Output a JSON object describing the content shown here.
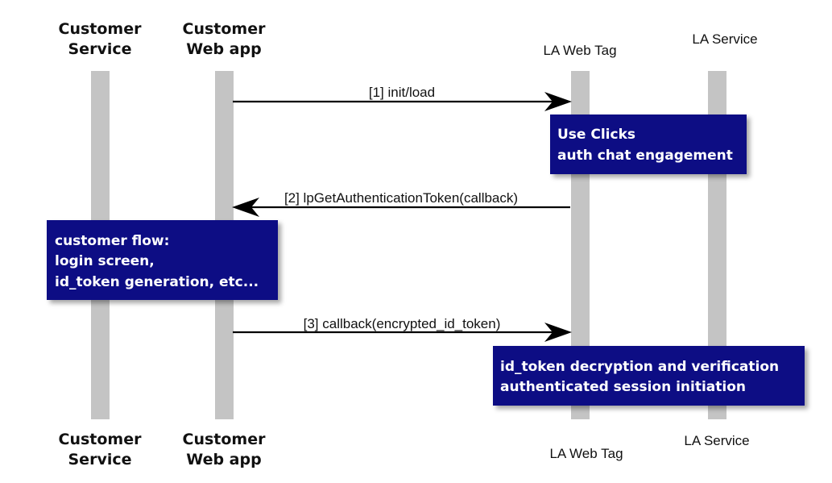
{
  "participants": [
    {
      "id": "customer-service",
      "name_lines": [
        "Customer",
        "Service"
      ],
      "style": "bold"
    },
    {
      "id": "customer-web-app",
      "name_lines": [
        "Customer",
        "Web app"
      ],
      "style": "bold"
    },
    {
      "id": "la-web-tag",
      "name_lines": [
        "LA Web Tag"
      ],
      "style": "plain"
    },
    {
      "id": "la-service",
      "name_lines": [
        "LA Service"
      ],
      "style": "plain"
    }
  ],
  "messages": [
    {
      "label": "[1] init/load",
      "from": "customer-web-app",
      "to": "la-web-tag"
    },
    {
      "label": "[2] lpGetAuthenticationToken(callback)",
      "from": "la-web-tag",
      "to": "customer-web-app"
    },
    {
      "label": "[3] callback(encrypted_id_token)",
      "from": "customer-web-app",
      "to": "la-web-tag"
    }
  ],
  "notes": [
    {
      "id": "note-use-clicks",
      "lines": [
        "Use Clicks",
        "auth chat engagement"
      ]
    },
    {
      "id": "note-customer-flow",
      "lines": [
        "customer flow:",
        "login screen,",
        "id_token generation, etc..."
      ]
    },
    {
      "id": "note-id-token",
      "lines": [
        "id_token decryption and verification",
        "authenticated session initiation"
      ]
    }
  ],
  "colors": {
    "lifeline": "#c4c4c4",
    "note_fill": "#0b0b84",
    "note_text": "#ffffff",
    "arrow": "#000000",
    "text": "#111111"
  }
}
